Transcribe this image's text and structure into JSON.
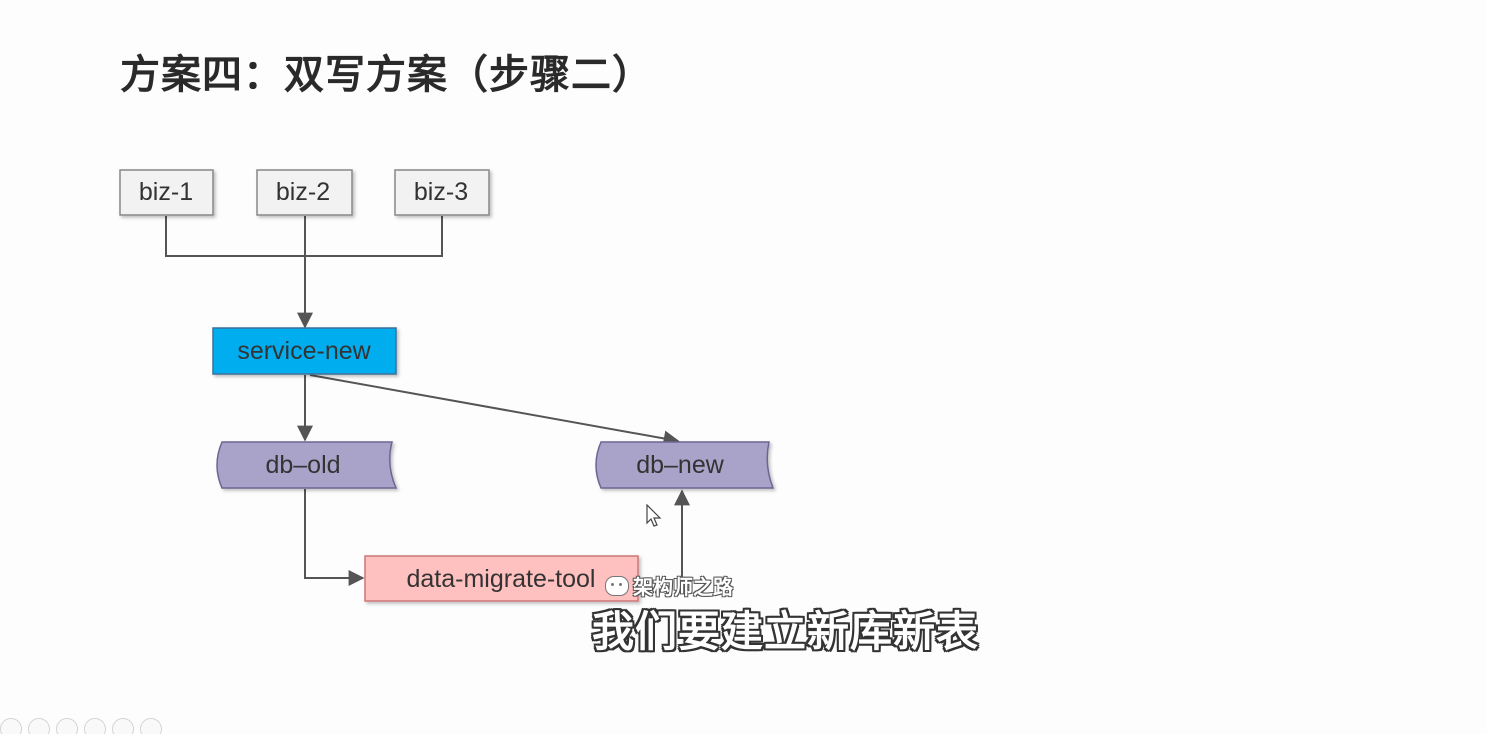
{
  "slide": {
    "title": "方案四：双写方案（步骤二）"
  },
  "diagram": {
    "nodes": {
      "biz1": "biz-1",
      "biz2": "biz-2",
      "biz3": "biz-3",
      "service_new": "service-new",
      "db_old": "db–old",
      "db_new": "db–new",
      "data_migrate_tool": "data-migrate-tool"
    },
    "colors": {
      "biz_fill": "#f2f2f2",
      "service_fill": "#00aeef",
      "db_fill": "#a9a3c9",
      "tool_fill": "#ffc0c0",
      "edge": "#555555"
    }
  },
  "overlay": {
    "subtitle": "我们要建立新库新表",
    "watermark": "架构师之路",
    "watermark_icon": "wechat-icon"
  },
  "toolbar": {
    "icons": [
      "prev-icon",
      "next-icon",
      "pen-icon",
      "slides-icon",
      "zoom-icon",
      "more-icon"
    ]
  }
}
